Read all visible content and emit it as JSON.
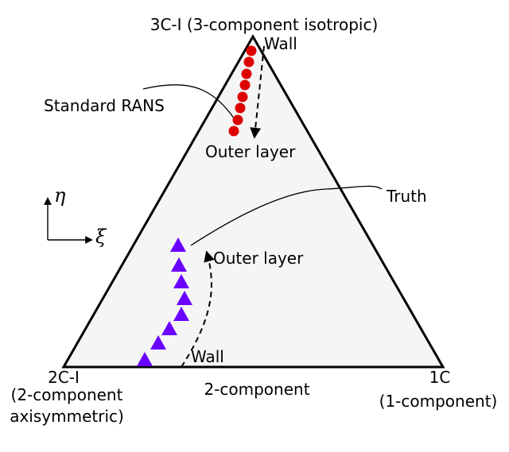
{
  "labels": {
    "top_vertex": "3C-I (3-component isotropic)",
    "left_vertex_1": "2C-I",
    "left_vertex_2": "(2-component",
    "left_vertex_3": "axisymmetric)",
    "right_vertex_1": "1C",
    "right_vertex_2": "(1-component)",
    "bottom_edge": "2-component",
    "wall_top": "Wall",
    "outer_layer_top": "Outer layer",
    "standard_rans": "Standard RANS",
    "truth": "Truth",
    "outer_layer_bottom": "Outer layer",
    "wall_bottom": "Wall",
    "axis_eta": "η",
    "axis_xi": "ξ"
  },
  "colors": {
    "triangle_fill": "#f5f5f5",
    "triangle_stroke": "#000000",
    "rans_marker": "#dd0000",
    "truth_marker": "#6a00ff"
  },
  "series": {
    "standard_rans": {
      "marker": "circle",
      "count": 8
    },
    "truth": {
      "marker": "triangle",
      "count": 8
    }
  }
}
